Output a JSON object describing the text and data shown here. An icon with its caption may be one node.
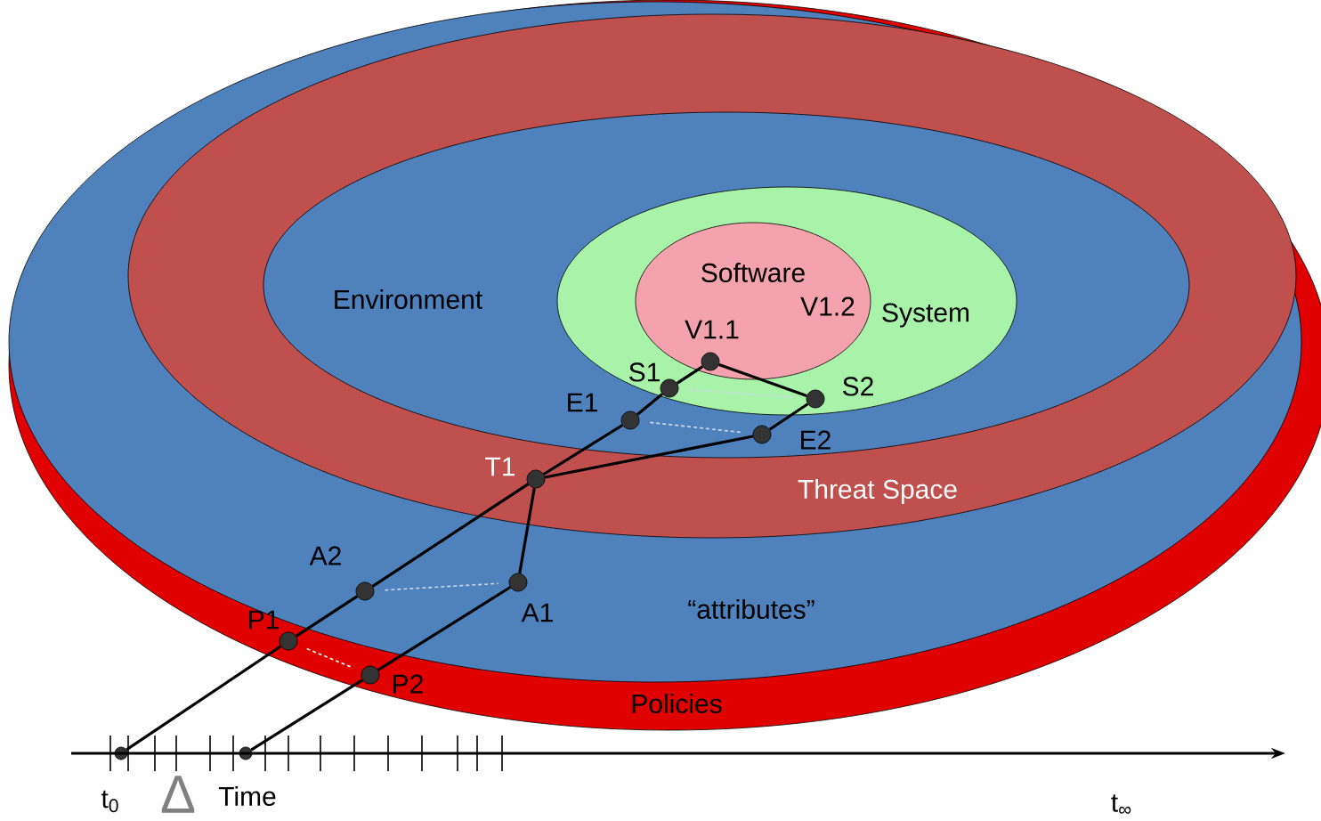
{
  "diagram": {
    "nodes": [
      {
        "text": [
          "Policies"
        ]
      },
      {
        "text": [
          "“attributes”"
        ],
        "in": 0
      },
      {
        "text": [
          "Threat Space"
        ],
        "in": 1
      },
      {
        "text": [
          "Environment"
        ],
        "in": 2
      },
      {
        "text": [
          "System"
        ],
        "in": 3
      },
      {
        "text": [
          "Software",
          "V1.2"
        ],
        "in": 4
      },
      {
        "text": [],
        "shape": "circle"
      },
      {
        "text": [],
        "shape": "circle"
      },
      {
        "text": [
          "P1"
        ],
        "in": 0
      },
      {
        "text": [
          "P2"
        ],
        "in": 0
      },
      {
        "text": [
          "A2"
        ],
        "in": 1
      },
      {
        "text": [
          "A1"
        ],
        "in": 1
      },
      {
        "text": [
          "T1"
        ],
        "in": 2
      },
      {
        "text": [
          "E1"
        ],
        "in": 3
      },
      {
        "text": [
          "E2"
        ],
        "in": 3
      },
      {
        "text": [
          "S1"
        ],
        "in": 4
      },
      {
        "text": [
          "S2"
        ],
        "in": 4
      },
      {
        "text": [
          "V1.1"
        ],
        "in": 5
      }
    ],
    "edges": [
      {
        "from": 6,
        "to": 8,
        "arrow": "none"
      },
      {
        "from": 8,
        "to": 10,
        "arrow": "none"
      },
      {
        "from": 10,
        "to": 12,
        "arrow": "none"
      },
      {
        "from": 12,
        "to": 13,
        "arrow": "none"
      },
      {
        "from": 13,
        "to": 15,
        "arrow": "none"
      },
      {
        "from": 15,
        "to": 17,
        "arrow": "none"
      },
      {
        "from": 7,
        "to": 9,
        "arrow": "none"
      },
      {
        "from": 9,
        "to": 11,
        "arrow": "none"
      },
      {
        "from": 11,
        "to": 12,
        "arrow": "none"
      },
      {
        "from": 12,
        "to": 14,
        "arrow": "none"
      },
      {
        "from": 14,
        "to": 16,
        "arrow": "none"
      },
      {
        "from": 16,
        "to": 17,
        "arrow": "none"
      },
      {
        "from": 15,
        "to": 16,
        "arrow": "none",
        "style": "dashed",
        "color": "#cfd8ea"
      },
      {
        "from": 13,
        "to": 14,
        "arrow": "none",
        "style": "dashed",
        "color": "#cfd8ea"
      },
      {
        "from": 10,
        "to": 11,
        "arrow": "none",
        "style": "dashed",
        "color": "#cfd8ea"
      },
      {
        "from": 8,
        "to": 9,
        "arrow": "none",
        "style": "dashed",
        "color": "#ffffff"
      }
    ],
    "labels": [
      "t$_{0}$",
      "Δ",
      "Time",
      "t$_{∞}$"
    ]
  }
}
